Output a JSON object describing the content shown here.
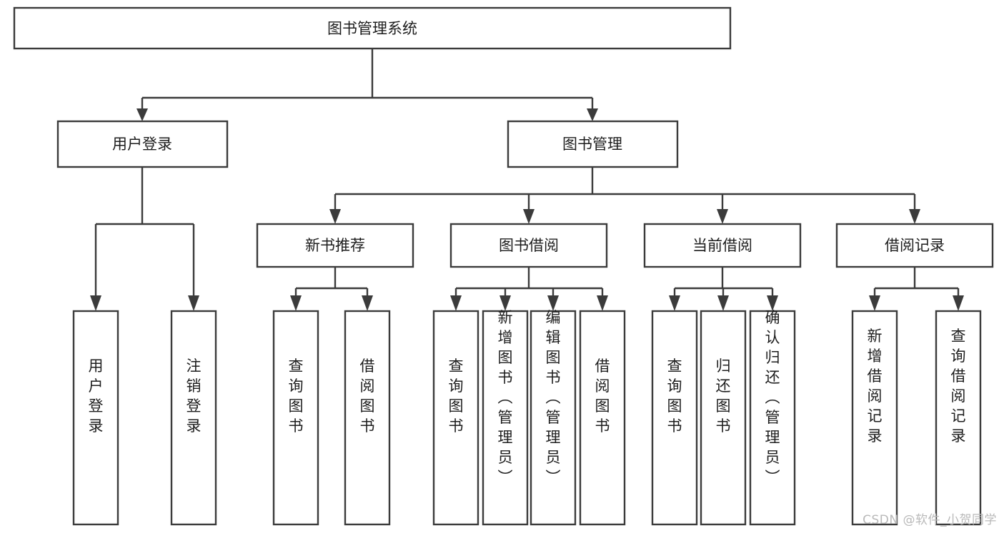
{
  "diagram": {
    "title": "图书管理系统",
    "type": "hierarchy-tree",
    "colors": {
      "background": "#ffffff",
      "stroke": "#3b3b3b",
      "box_fill": "#ffffff",
      "text": "#1d1d1d",
      "watermark": "#b9b9b9"
    },
    "levels": {
      "root": {
        "label": "图书管理系统"
      },
      "level2": [
        {
          "label": "用户登录"
        },
        {
          "label": "图书管理"
        }
      ],
      "level3": [
        {
          "label": "新书推荐"
        },
        {
          "label": "图书借阅"
        },
        {
          "label": "当前借阅"
        },
        {
          "label": "借阅记录"
        }
      ],
      "leaves_user_login": [
        {
          "label": "用户登录"
        },
        {
          "label": "注销登录"
        }
      ],
      "leaves_new_book": [
        {
          "label": "查询图书"
        },
        {
          "label": "借阅图书"
        }
      ],
      "leaves_borrow": [
        {
          "label": "查询图书"
        },
        {
          "label": "新增图书（管理员）"
        },
        {
          "label": "编辑图书（管理员）"
        },
        {
          "label": "借阅图书"
        }
      ],
      "leaves_current": [
        {
          "label": "查询图书"
        },
        {
          "label": "归还图书"
        },
        {
          "label": "确认归还（管理员）"
        }
      ],
      "leaves_record": [
        {
          "label": "新增借阅记录"
        },
        {
          "label": "查询借阅记录"
        }
      ]
    }
  },
  "watermark": {
    "text": "CSDN @软件_小贺同学"
  }
}
